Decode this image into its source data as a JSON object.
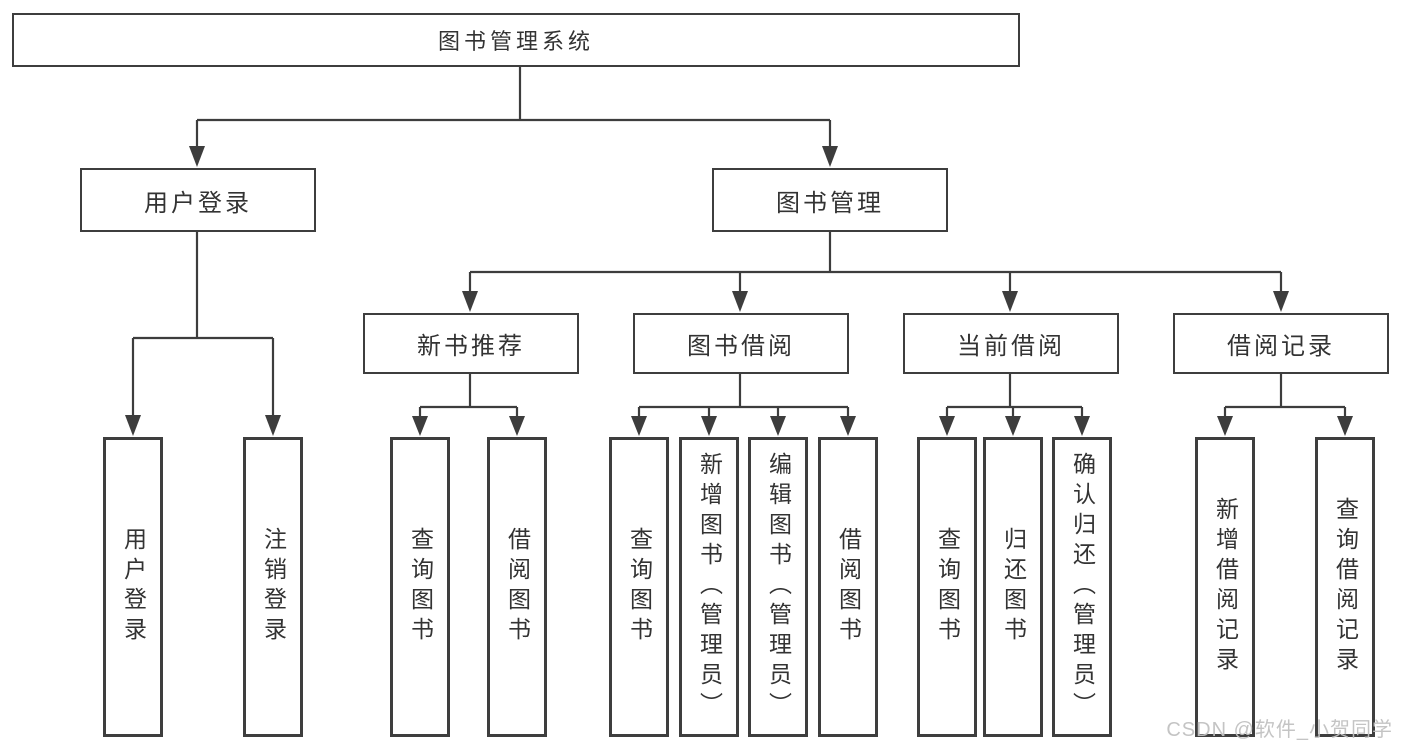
{
  "diagram": {
    "root": {
      "label": "图书管理系统"
    },
    "level2": {
      "user_login": {
        "label": "用户登录"
      },
      "book_management": {
        "label": "图书管理"
      }
    },
    "level3": {
      "new_book_recommend": {
        "label": "新书推荐"
      },
      "book_borrow": {
        "label": "图书借阅"
      },
      "current_borrow": {
        "label": "当前借阅"
      },
      "borrow_records": {
        "label": "借阅记录"
      }
    },
    "leaves": {
      "user_login_leaf": {
        "label": "用户登录"
      },
      "logout_leaf": {
        "label": "注销登录"
      },
      "rec_query_book": {
        "label": "查询图书"
      },
      "rec_borrow_book": {
        "label": "借阅图书"
      },
      "bb_query_book": {
        "label": "查询图书"
      },
      "bb_add_book": {
        "label": "新增图书（管理员）"
      },
      "bb_edit_book": {
        "label": "编辑图书（管理员）"
      },
      "bb_borrow_book": {
        "label": "借阅图书"
      },
      "cb_query_book": {
        "label": "查询图书"
      },
      "cb_return_book": {
        "label": "归还图书"
      },
      "cb_confirm_return": {
        "label": "确认归还（管理员）"
      },
      "br_add_record": {
        "label": "新增借阅记录"
      },
      "br_query_record": {
        "label": "查询借阅记录"
      }
    },
    "colors": {
      "line": "#3d3d3d",
      "box_border": "#3e3e3e",
      "text": "#333333",
      "background": "#ffffff",
      "watermark": "#c1c1c1"
    }
  },
  "watermark": {
    "text": "CSDN @软件_小贺同学"
  }
}
